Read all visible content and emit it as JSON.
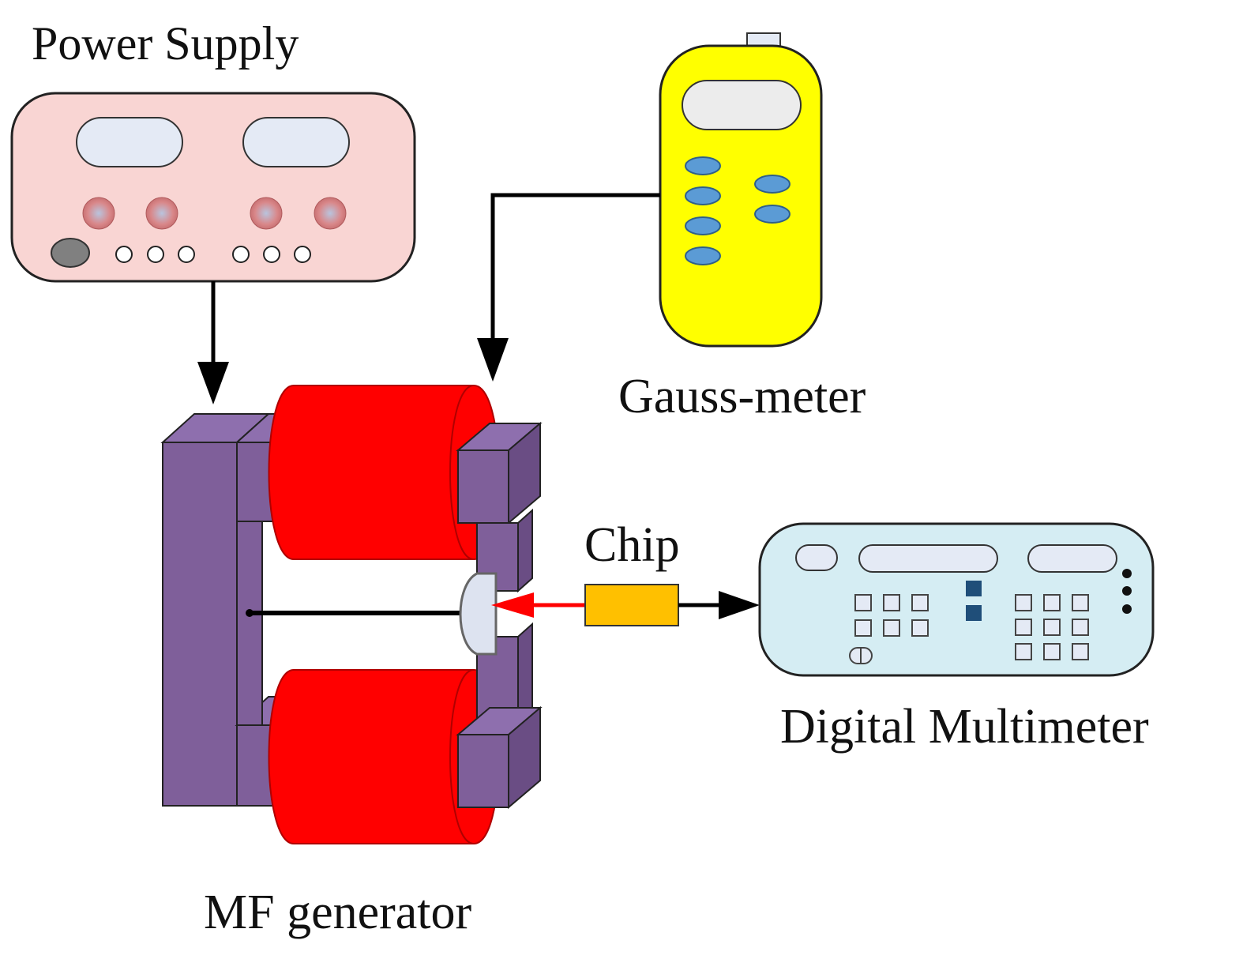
{
  "labels": {
    "power_supply": "Power Supply",
    "gauss_meter": "Gauss-meter",
    "chip": "Chip",
    "digital_multimeter": "Digital Multimeter",
    "mf_generator": "MF generator"
  },
  "colors": {
    "power_supply_body": "#f9d5d3",
    "power_supply_knob": "#d9888a",
    "display_panel": "#e4eaf5",
    "gauss_meter_body": "#ffff00",
    "gauss_meter_button": "#5b9bd5",
    "multimeter_body": "#d5edf3",
    "multimeter_indicator": "#1f4e79",
    "magnet_yoke": "#7f5f9a",
    "coil": "#ff0000",
    "chip": "#ffc000",
    "probe_arrow": "#ff0000",
    "wire": "#000000"
  }
}
